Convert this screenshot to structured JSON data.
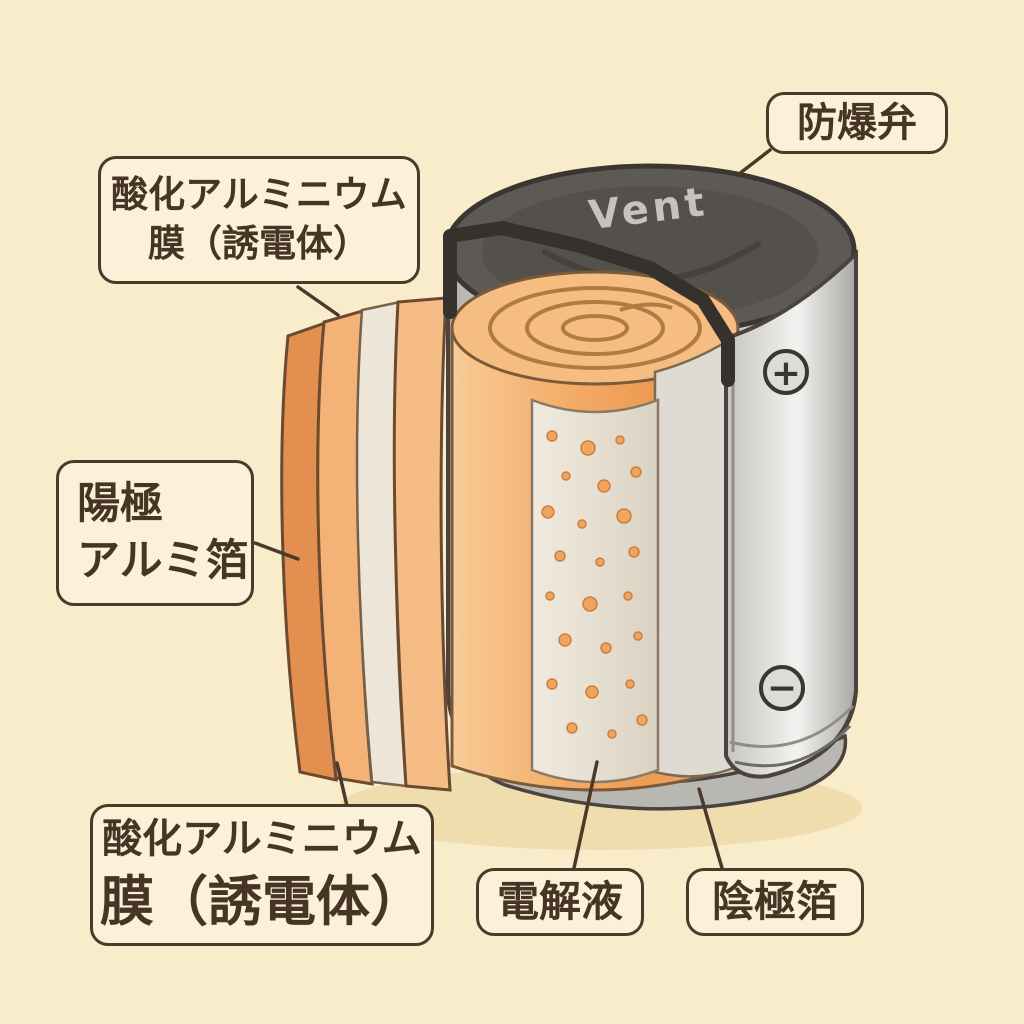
{
  "callouts": {
    "vent_valve": {
      "text": "防爆弁"
    },
    "oxide_film_top": {
      "line1": "酸化アルミニウム",
      "line2": "膜（誘電体）"
    },
    "anode_foil": {
      "line1": "陽極",
      "line2": "アルミ箔"
    },
    "oxide_film_bottom": {
      "line1": "酸化アルミニウム",
      "line2": "膜（誘電体）"
    },
    "electrolyte": {
      "text": "電解液"
    },
    "cathode_foil": {
      "text": "陰極箔"
    }
  },
  "cylinder": {
    "vent_text": "Vent",
    "plus_terminal": "+",
    "minus_terminal": "−"
  },
  "colors": {
    "background": "#f8ecca",
    "outline": "#4a3a2c",
    "foil_orange": "#f0a45e",
    "can_silver": "#d9d8d5",
    "cap_dark": "#5b5853"
  }
}
